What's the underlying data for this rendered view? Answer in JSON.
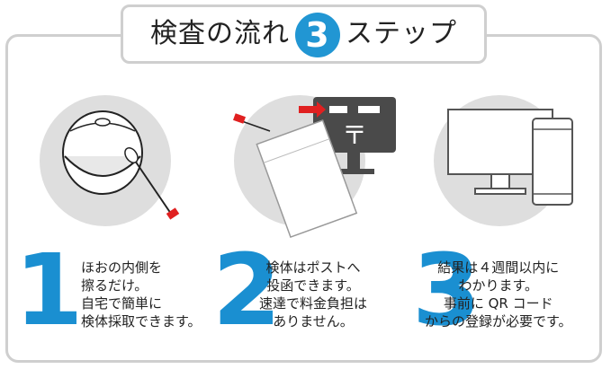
{
  "title": {
    "prefix": "検査の流れ",
    "number": "3",
    "suffix": "ステップ"
  },
  "steps": [
    {
      "number": "1",
      "icon": "swab-kit-icon",
      "lines": [
        "ほおの内側を",
        "擦るだけ。",
        "自宅で簡単に",
        "検体採取できます。"
      ]
    },
    {
      "number": "2",
      "icon": "post-mailbox-icon",
      "mailbox_mark": "〒",
      "lines": [
        "検体はポストへ",
        "投函できます。",
        "速達で料金負担は",
        "ありません。"
      ]
    },
    {
      "number": "3",
      "icon": "monitor-phone-icon",
      "lines": [
        "結果は４週間以内に",
        "わかります。",
        "事前に QR コード",
        "からの登録が必要です。"
      ]
    }
  ],
  "colors": {
    "accent_blue": "#1a8fd1",
    "frame_gray": "#cfcfcf",
    "circle_gray": "#dedede",
    "mailbox_dark": "#4a4a4a",
    "arrow_red": "#e02020"
  }
}
